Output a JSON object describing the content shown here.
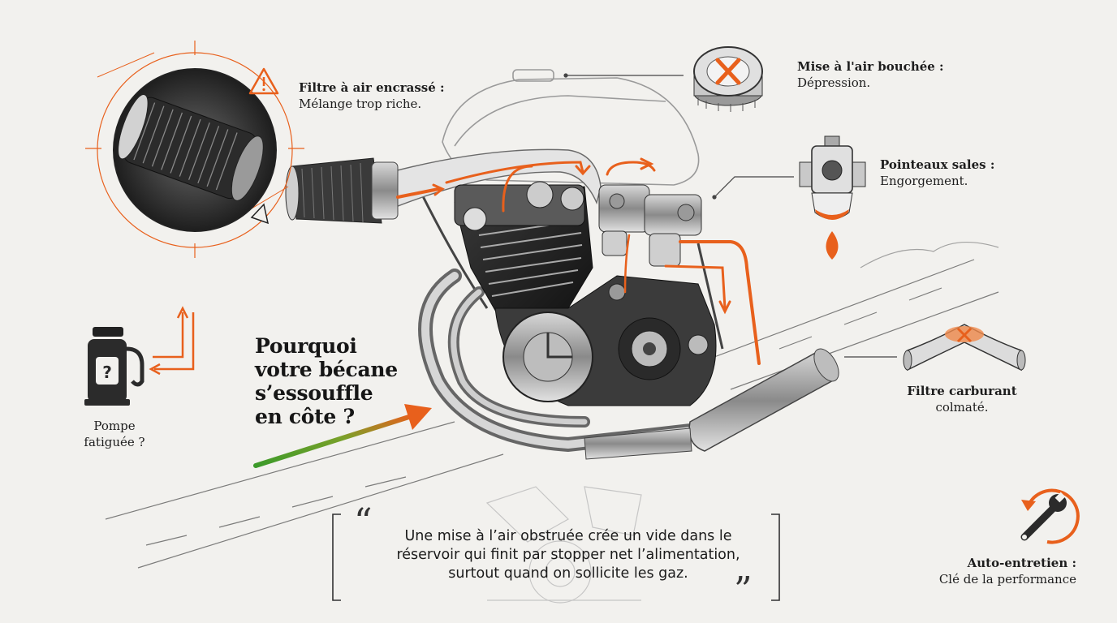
{
  "headline": {
    "line1": "Pourquoi",
    "line2": "votre bécane",
    "line3": "s’essouffle",
    "line4": "en côte ?"
  },
  "callouts": {
    "air_filter": {
      "title": "Filtre à air encrassé :",
      "desc": "Mélange trop riche."
    },
    "vent": {
      "title": "Mise à l'air bouchée :",
      "desc": "Dépression."
    },
    "needles": {
      "title": "Pointeaux sales :",
      "desc": "Engorgement."
    },
    "fuel_filter": {
      "title": "Filtre carburant",
      "desc": "colmaté."
    },
    "pump": {
      "title": "Pompe",
      "desc": "fatiguée ?"
    },
    "maintenance": {
      "title": "Auto-entretien :",
      "desc": "Clé de la performance"
    }
  },
  "quote": {
    "line1": "Une mise à l’air obstruée crée un vide dans le",
    "line2": "réservoir qui finit par stopper net l’alimentation,",
    "line3": "surtout quand on sollicite les gaz.",
    "open_mark": "“",
    "close_mark": "”"
  },
  "icons": {
    "pump_symbol": "?",
    "warning_symbol": "!"
  },
  "colors": {
    "accent": "#e8601c",
    "ink": "#1d1d1d",
    "paper": "#f2f1ee",
    "green": "#3c9a2a"
  }
}
